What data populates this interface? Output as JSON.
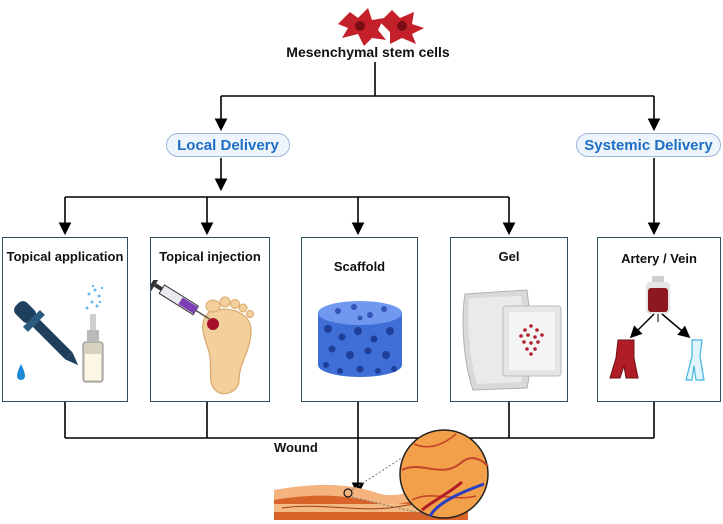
{
  "top": {
    "title": "Mesenchymal stem cells"
  },
  "branches": {
    "local": "Local Delivery",
    "systemic": "Systemic Delivery"
  },
  "methods": [
    {
      "label": "Topical application"
    },
    {
      "label": "Topical injection"
    },
    {
      "label": "Scaffold"
    },
    {
      "label": "Gel"
    },
    {
      "label": "Artery / Vein"
    }
  ],
  "target": {
    "label": "Wound"
  },
  "colors": {
    "accent": "#1d6fc5",
    "cells": "#c4202a",
    "scaffold": "#3f6fd6",
    "blood": "#8e1820"
  }
}
